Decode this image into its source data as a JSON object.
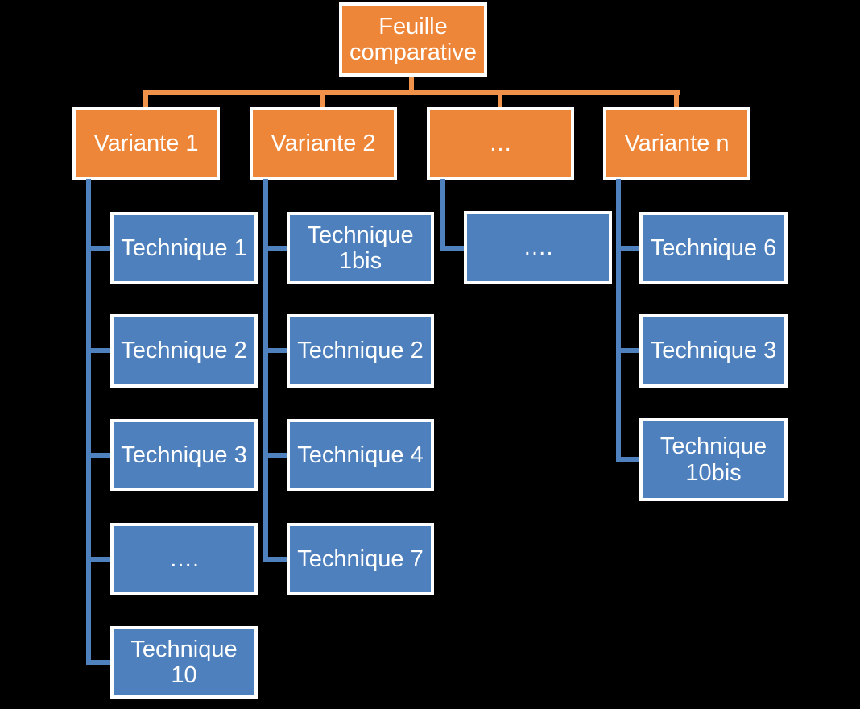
{
  "diagram": {
    "background": "#000000",
    "box_border_color": "#FFFFFF",
    "orange_fill": "#EE8639",
    "orange_line": "#F0924A",
    "blue_fill": "#4E80BD",
    "blue_line": "#4E81BE",
    "text_color": "#FFFFFF",
    "root": {
      "label": "Feuille comparative"
    },
    "variants": [
      {
        "label": "Variante 1",
        "techniques": [
          "Technique 1",
          "Technique 2",
          "Technique 3",
          "….",
          "Technique 10"
        ]
      },
      {
        "label": "Variante 2",
        "techniques": [
          "Technique 1bis",
          "Technique 2",
          "Technique 4",
          "Technique 7"
        ]
      },
      {
        "label": "…",
        "techniques": [
          "…."
        ]
      },
      {
        "label": "Variante n",
        "techniques": [
          "Technique 6",
          "Technique 3",
          "Technique 10bis"
        ]
      }
    ]
  }
}
